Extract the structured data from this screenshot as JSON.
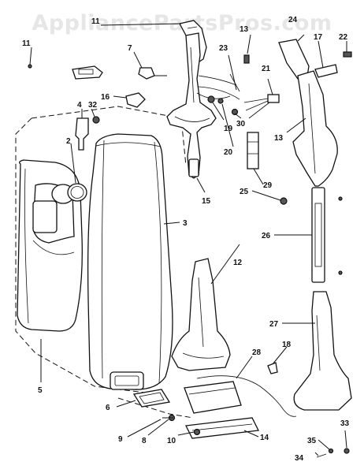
{
  "watermark": "AppliancePartsPros.com",
  "callouts": {
    "p2": "2",
    "p3": "3",
    "p4": "4",
    "p5": "5",
    "p6": "6",
    "p7": "7",
    "p8": "8",
    "p9": "9",
    "p10": "10",
    "p11a": "11",
    "p11b": "11",
    "p12": "12",
    "p13a": "13",
    "p13b": "13",
    "p14": "14",
    "p15": "15",
    "p16": "16",
    "p17": "17",
    "p18": "18",
    "p19": "19",
    "p20": "20",
    "p21": "21",
    "p22": "22",
    "p23": "23",
    "p24": "24",
    "p25": "25",
    "p26": "26",
    "p27": "27",
    "p28": "28",
    "p29": "29",
    "p30": "30",
    "p32": "32",
    "p33": "33",
    "p34": "34",
    "p35": "35"
  }
}
